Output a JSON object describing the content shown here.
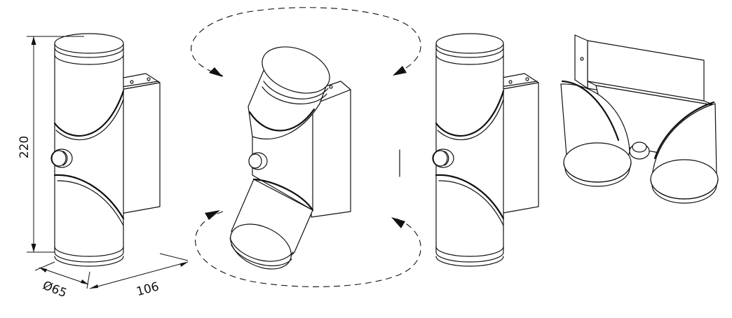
{
  "dimensions": {
    "height": "220",
    "diameter": "Ø65",
    "depth": "106"
  }
}
